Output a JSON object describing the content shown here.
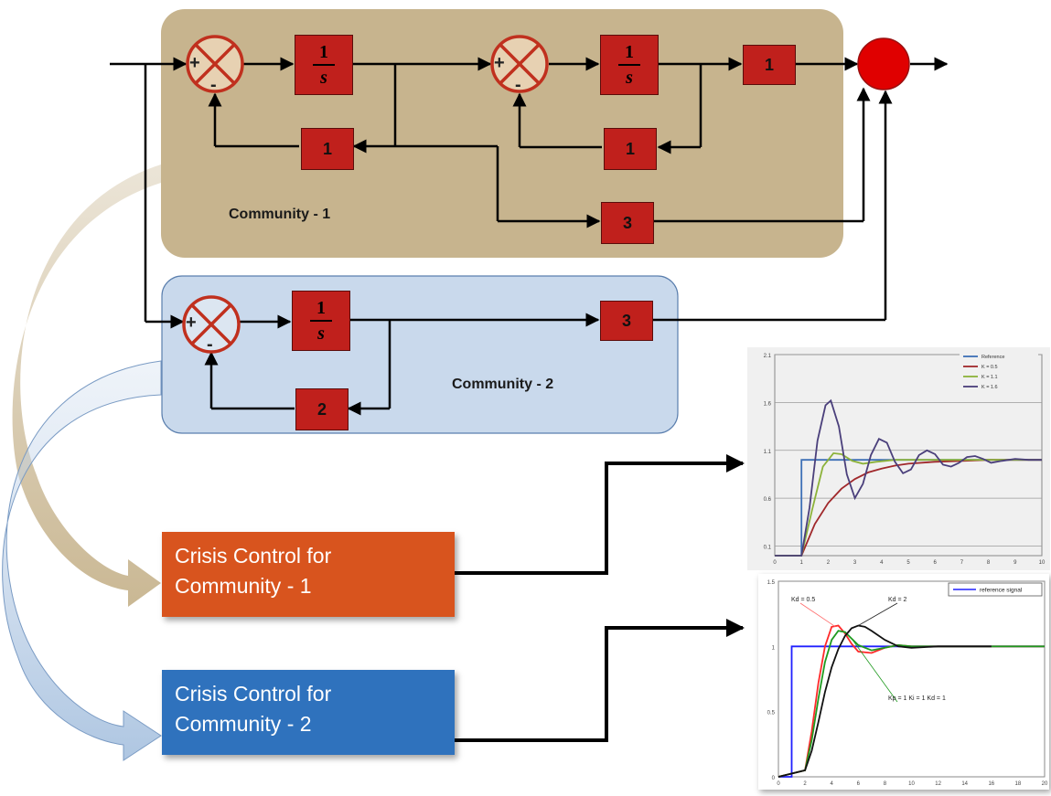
{
  "community1": {
    "label": "Community - 1",
    "forward_gain_1": "1",
    "forward_gain_1_den": "s",
    "forward_gain_2": "1",
    "forward_gain_2_den": "s",
    "output_gain": "1",
    "feedback_gain_1": "1",
    "feedback_gain_2": "1",
    "cross_gain": "3"
  },
  "community2": {
    "label": "Community - 2",
    "forward_gain": "1",
    "forward_gain_den": "s",
    "output_gain": "3",
    "feedback_gain": "2"
  },
  "summing_signs": {
    "plus": "+",
    "minus": "-"
  },
  "crisis1": {
    "line1": "Crisis Control for",
    "line2": "Community - 1",
    "color": "#d8541e"
  },
  "crisis2": {
    "line1": "Crisis Control for",
    "line2": "Community - 2",
    "color": "#2f72bd"
  },
  "colors": {
    "community1_bg": "#c7b48e",
    "community2_bg": "#c9d9ec",
    "block": "#c0201c",
    "junction": "#e00000"
  },
  "chart_data": [
    {
      "type": "line",
      "title": "",
      "xlim": [
        0,
        10
      ],
      "ylim": [
        0,
        2.1
      ],
      "x_ticks": [
        "0",
        "1",
        "2",
        "3",
        "4",
        "5",
        "6",
        "7",
        "8",
        "9",
        "10"
      ],
      "y_ticks": [
        "0.1",
        "0.6",
        "1.1",
        "1.6",
        "2.1"
      ],
      "grid": true,
      "legend_position": "top-right",
      "series": [
        {
          "name": "Reference",
          "color": "#3d6fb6",
          "x": [
            0,
            1,
            1,
            10
          ],
          "y": [
            0,
            0,
            1,
            1
          ]
        },
        {
          "name": "K = 0.5",
          "color": "#a0282b",
          "x": [
            0,
            1,
            1.5,
            2,
            2.5,
            3,
            3.5,
            4,
            4.5,
            5,
            6,
            7,
            8,
            9,
            10
          ],
          "y": [
            0,
            0,
            0.33,
            0.55,
            0.7,
            0.8,
            0.87,
            0.91,
            0.94,
            0.96,
            0.98,
            0.99,
            1.0,
            1.0,
            1.0
          ]
        },
        {
          "name": "K = 1.1",
          "color": "#8cb23a",
          "x": [
            0,
            1,
            1.4,
            1.8,
            2.2,
            2.5,
            2.9,
            3.3,
            3.8,
            4.5,
            5.5,
            7,
            8.5,
            10
          ],
          "y": [
            0,
            0,
            0.48,
            0.93,
            1.07,
            1.06,
            0.99,
            0.96,
            0.98,
            1.0,
            1.0,
            1.0,
            1.0,
            1.0
          ]
        },
        {
          "name": "K = 1.6",
          "color": "#4a3f7b",
          "x": [
            0,
            1,
            1.3,
            1.6,
            1.9,
            2.1,
            2.4,
            2.7,
            3.0,
            3.3,
            3.6,
            3.9,
            4.2,
            4.5,
            4.8,
            5.1,
            5.4,
            5.7,
            6.0,
            6.3,
            6.6,
            6.9,
            7.2,
            7.5,
            7.8,
            8.1,
            8.5,
            9,
            9.5,
            10
          ],
          "y": [
            0,
            0,
            0.5,
            1.2,
            1.57,
            1.62,
            1.35,
            0.85,
            0.6,
            0.75,
            1.05,
            1.22,
            1.18,
            0.98,
            0.86,
            0.9,
            1.05,
            1.1,
            1.06,
            0.95,
            0.93,
            0.97,
            1.03,
            1.04,
            1.01,
            0.97,
            0.99,
            1.01,
            1.0,
            1.0
          ]
        }
      ]
    },
    {
      "type": "line",
      "title": "",
      "xlim": [
        0,
        20
      ],
      "ylim": [
        0,
        1.5
      ],
      "x_ticks": [
        "0",
        "2",
        "4",
        "6",
        "8",
        "10",
        "12",
        "14",
        "16",
        "18",
        "20"
      ],
      "y_ticks": [
        "0",
        "0.5",
        "1",
        "1.5"
      ],
      "grid": false,
      "legend_position": "top-right",
      "legend": [
        "reference signal"
      ],
      "annotations": [
        "Kd = 0.5",
        "Kd = 2",
        "Kp = 1  Ki = 1  Kd = 1"
      ],
      "series": [
        {
          "name": "reference signal",
          "color": "#2020ff",
          "x": [
            0,
            1,
            1,
            20
          ],
          "y": [
            0,
            0,
            1,
            1
          ]
        },
        {
          "name": "Kd = 0.5",
          "color": "#ff2a2a",
          "x": [
            0,
            2,
            2.5,
            3,
            3.5,
            4,
            4.5,
            5,
            5.5,
            6,
            7,
            8,
            9,
            10,
            12,
            14,
            16,
            20
          ],
          "y": [
            0,
            0.05,
            0.35,
            0.72,
            1.0,
            1.15,
            1.16,
            1.1,
            1.02,
            0.96,
            0.95,
            0.99,
            1.01,
            1.0,
            1.0,
            1.0,
            1.0,
            1.0
          ]
        },
        {
          "name": "Kp = 1  Ki = 1  Kd = 1",
          "color": "#1f9a1f",
          "x": [
            0,
            2,
            2.5,
            3,
            3.5,
            4,
            4.5,
            5,
            5.5,
            6,
            7,
            8,
            9,
            10,
            12,
            14,
            16,
            20
          ],
          "y": [
            0,
            0.05,
            0.28,
            0.6,
            0.88,
            1.05,
            1.12,
            1.11,
            1.06,
            1.01,
            0.97,
            0.99,
            1.01,
            1.0,
            1.0,
            1.0,
            1.0,
            1.0
          ]
        },
        {
          "name": "Kd = 2",
          "color": "#111111",
          "x": [
            0,
            2,
            2.5,
            3,
            3.5,
            4,
            4.5,
            5,
            5.5,
            6,
            6.5,
            7,
            8,
            9,
            10,
            12,
            14,
            16
          ],
          "y": [
            0,
            0.05,
            0.2,
            0.42,
            0.65,
            0.84,
            0.98,
            1.08,
            1.14,
            1.16,
            1.15,
            1.12,
            1.05,
            1.0,
            0.99,
            1.0,
            1.0,
            1.0
          ]
        }
      ]
    }
  ]
}
